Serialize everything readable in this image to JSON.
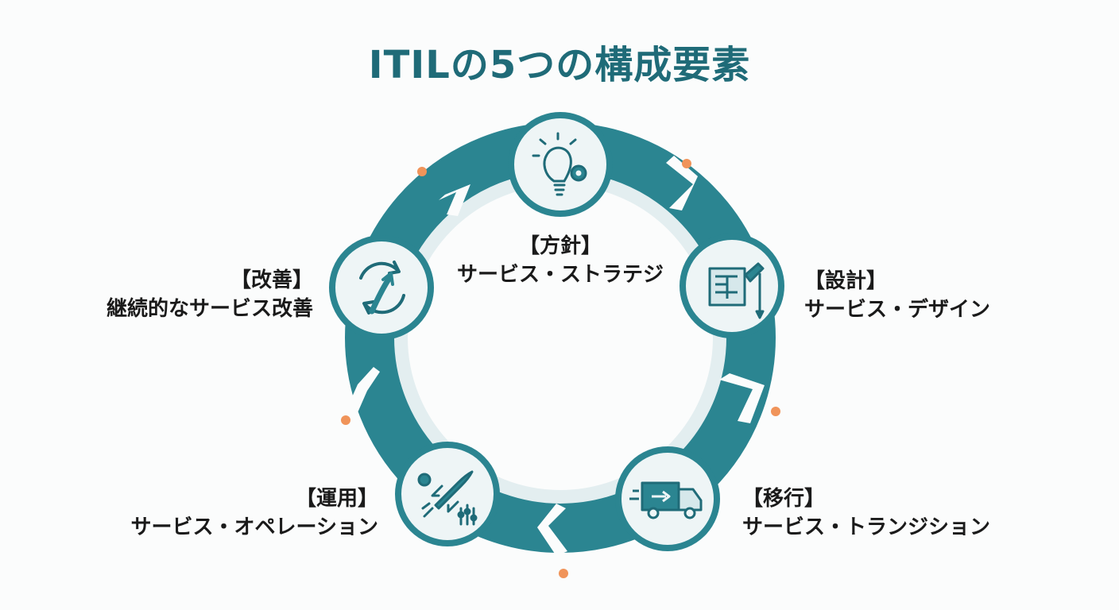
{
  "title": "ITILの5つの構成要素",
  "colors": {
    "ring": "#2b8591",
    "ring_dark": "#1f6b78",
    "node_fill": "#eef5f6",
    "inner_ring": "#e3eef0",
    "dot": "#f0945a",
    "text": "#1a1a1a"
  },
  "stages": [
    {
      "tag": "【方針】",
      "name": "サービス・ストラテジ",
      "icon": "lightbulb-gear-icon"
    },
    {
      "tag": "【設計】",
      "name": "サービス・デザイン",
      "icon": "blueprint-pencil-icon"
    },
    {
      "tag": "【移行】",
      "name": "サービス・トランジション",
      "icon": "delivery-truck-icon"
    },
    {
      "tag": "【運用】",
      "name": "サービス・オペレーション",
      "icon": "rocket-gear-icon"
    },
    {
      "tag": "【改善】",
      "name": "継続的なサービス改善",
      "icon": "cycle-arrows-icon"
    }
  ]
}
